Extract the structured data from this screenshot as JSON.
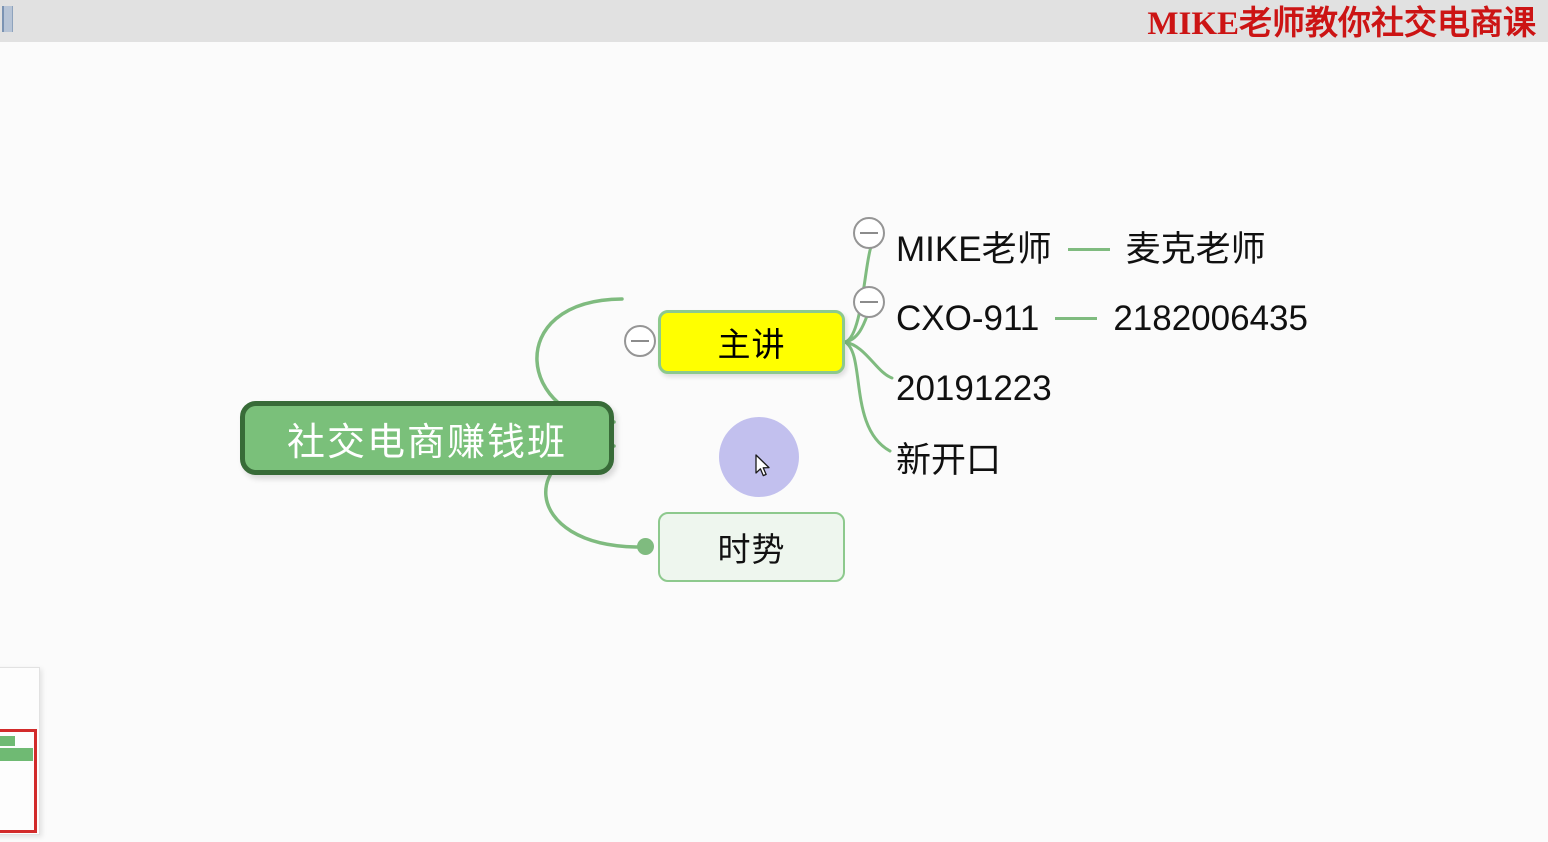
{
  "header": {
    "title": "MIKE老师教你社交电商课",
    "title_color": "#cc1414",
    "bar_color": "#e1e1e1"
  },
  "canvas": {
    "background": "#fbfbfb",
    "branch_color": "#7fbb7f"
  },
  "mindmap": {
    "root": {
      "label": "社交电商赚钱班",
      "fill": "#7ac07a",
      "border": "#386b38",
      "text_color": "#ffffff"
    },
    "branches": [
      {
        "label": "主讲",
        "fill": "#ffff00",
        "border": "#8dc98d",
        "text_color": "#000000",
        "collapse_icon": "minus-circle-icon",
        "children": [
          {
            "label": "MIKE老师",
            "linked_label": "麦克老师",
            "collapse_icon": "minus-circle-icon"
          },
          {
            "label": "CXO-911",
            "linked_label": "2182006435",
            "collapse_icon": "minus-circle-icon"
          },
          {
            "label": "20191223",
            "linked_label": "",
            "collapse_icon": ""
          },
          {
            "label": "新开口",
            "linked_label": "",
            "collapse_icon": ""
          }
        ]
      },
      {
        "label": "时势",
        "fill": "#eef6ee",
        "border": "#8dc98d",
        "text_color": "#111111",
        "collapse_icon": "bullet-dot-icon",
        "children": []
      }
    ]
  },
  "cursor": {
    "highlight_color": "#c2c0ee"
  },
  "minimap": {
    "viewport_color": "#d22b2b",
    "content_color": "#6fba73"
  }
}
